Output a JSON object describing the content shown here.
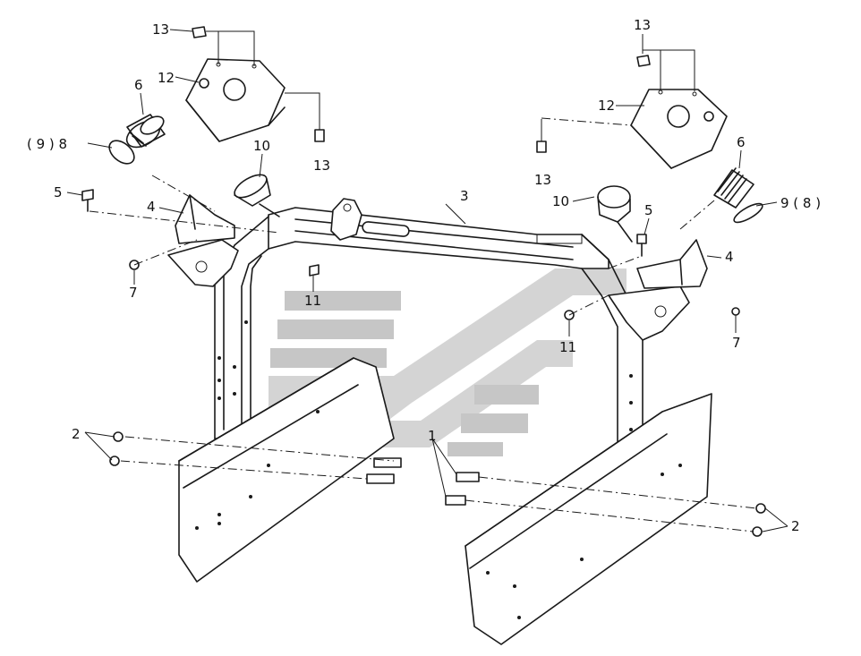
{
  "callouts": {
    "c13_tl": "13",
    "c12_l": "12",
    "c6_l": "6",
    "c98_l": "( 9 ) 8",
    "c10_l": "10",
    "c13_bl": "13",
    "c5_l": "5",
    "c4_l": "4",
    "c3": "3",
    "c7_l": "7",
    "c11_l": "11",
    "c2_l": "2",
    "c1": "1",
    "c13_tr": "13",
    "c12_r": "12",
    "c13_br": "13",
    "c6_r": "6",
    "c10_r": "10",
    "c98_r": "9 ( 8 )",
    "c5_r": "5",
    "c4_r": "4",
    "c7_r": "7",
    "c11_r": "11",
    "c2_r": "2"
  },
  "colors": {
    "line": "#1a1a1a",
    "watermark": "#c6c6c6",
    "background": "#ffffff"
  }
}
